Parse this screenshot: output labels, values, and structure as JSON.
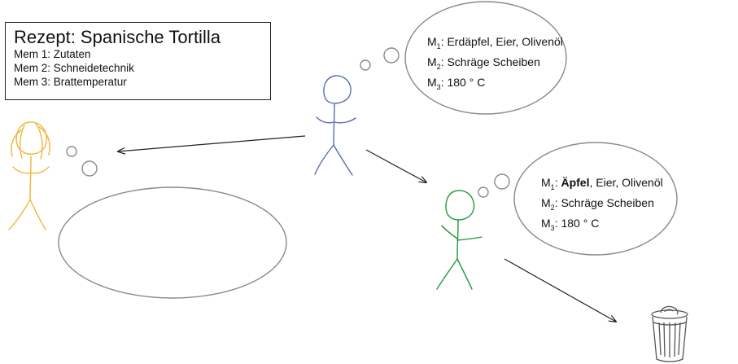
{
  "recipe": {
    "title": "Rezept: Spanische Tortilla",
    "mems": [
      "Mem 1: Zutaten",
      "Mem 2: Schneidetechnik",
      "Mem 3: Brattemperatur"
    ]
  },
  "bubble_top": {
    "m1_label": "M",
    "m1_sub": "1",
    "m1_text": ": Erdäpfel, Eier, Olivenöl",
    "m2_label": "M",
    "m2_sub": "2",
    "m2_text": ": Schräge Scheiben",
    "m3_label": "M",
    "m3_sub": "3",
    "m3_text": ": 180 ° C"
  },
  "bubble_right": {
    "m1_label": "M",
    "m1_sub": "1",
    "m1_sep": ": ",
    "m1_bold": "Äpfel",
    "m1_text": ", Eier, Olivenöl",
    "m2_label": "M",
    "m2_sub": "2",
    "m2_text": ": Schräge Scheiben",
    "m3_label": "M",
    "m3_sub": "3",
    "m3_text": ": 180 ° C"
  },
  "colors": {
    "blue_figure": "#5b6bb5",
    "yellow_figure": "#f2b53a",
    "green_figure": "#1f9a3a",
    "bubble_stroke": "#8a8a8a",
    "arrow": "#222222"
  },
  "icons": {
    "trash": "trash-can-icon"
  }
}
